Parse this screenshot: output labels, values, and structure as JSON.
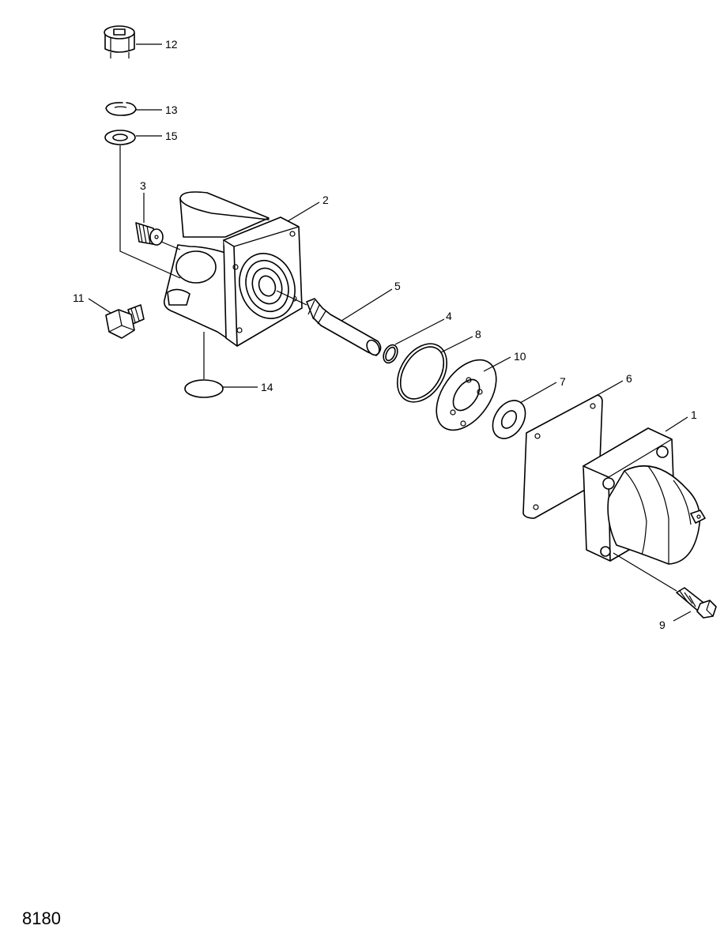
{
  "figure_number": "8180",
  "callouts": {
    "c1": "1",
    "c2": "2",
    "c3": "3",
    "c4": "4",
    "c5": "5",
    "c6": "6",
    "c7": "7",
    "c8": "8",
    "c9": "9",
    "c10": "10",
    "c11": "11",
    "c12": "12",
    "c13": "13",
    "c14": "14",
    "c15": "15"
  },
  "colors": {
    "ink": "#000000",
    "paper": "#ffffff"
  }
}
